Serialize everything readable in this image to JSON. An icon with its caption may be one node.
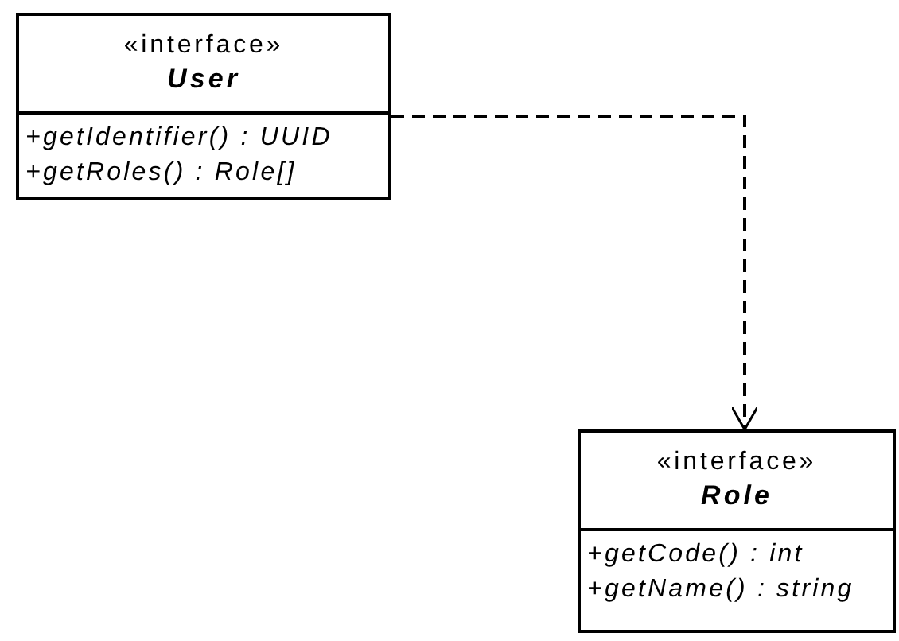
{
  "diagram": {
    "nodes": [
      {
        "text": [
          "«interface»",
          "User",
          "+getIdentifier() : UUID",
          "+getRoles() : Role[]"
        ]
      },
      {
        "text": [
          "«interface»",
          "Role",
          "+getCode() : int",
          "+getName() : string"
        ]
      }
    ],
    "edges": [
      {
        "from": 0,
        "to": 1,
        "arrow": "to",
        "style": "dashed"
      }
    ]
  }
}
